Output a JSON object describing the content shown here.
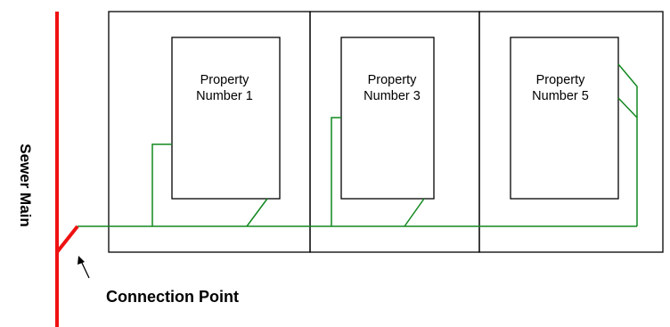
{
  "labels": {
    "sewer_main": "Sewer Main",
    "connection_point": "Connection Point",
    "properties": [
      {
        "line1": "Property",
        "line2": "Number 1"
      },
      {
        "line1": "Property",
        "line2": "Number 3"
      },
      {
        "line1": "Property",
        "line2": "Number 5"
      }
    ]
  },
  "colors": {
    "sewer_main": "#ee1111",
    "drain_pipe": "#11881f",
    "outline": "#000000",
    "text": "#000000"
  }
}
